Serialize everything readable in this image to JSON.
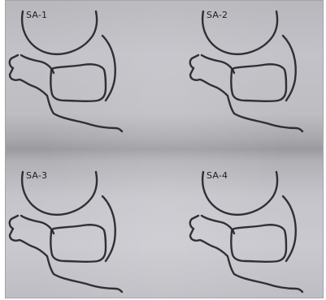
{
  "panels": [
    {
      "label": "SA-1"
    },
    {
      "label": "SA-2"
    },
    {
      "label": "SA-3"
    },
    {
      "label": "SA-4"
    }
  ]
}
